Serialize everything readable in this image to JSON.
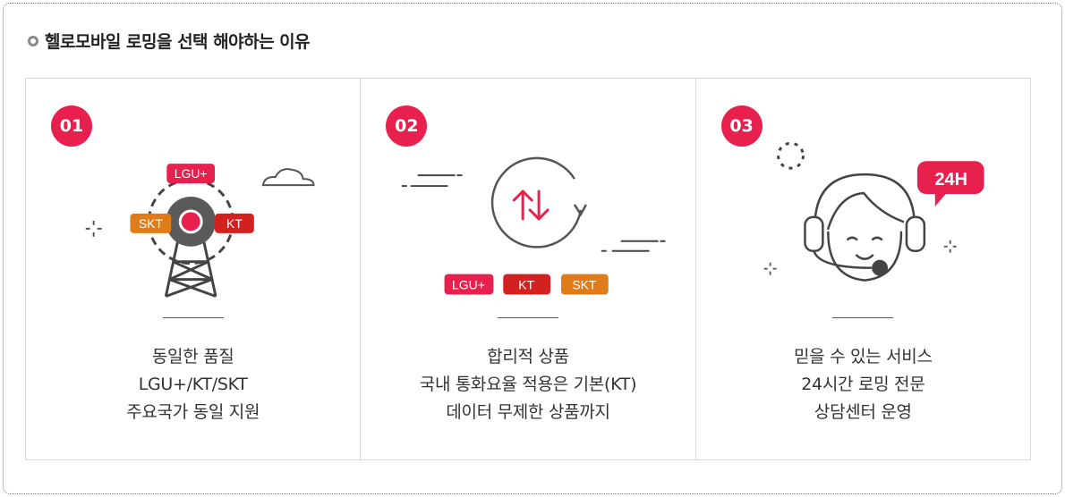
{
  "section": {
    "title": "헬로모바일 로밍을 선택 해야하는 이유"
  },
  "cards": [
    {
      "number": "01",
      "tags": [
        "LGU+",
        "SKT",
        "KT"
      ],
      "lines": [
        "동일한 품질",
        "LGU+/KT/SKT",
        "주요국가 동일 지원"
      ]
    },
    {
      "number": "02",
      "tags": [
        "LGU+",
        "KT",
        "SKT"
      ],
      "lines": [
        "합리적 상품",
        "국내 통화요율 적용은 기본(KT)",
        "데이터 무제한 상품까지"
      ]
    },
    {
      "number": "03",
      "badge": "24H",
      "lines": [
        "믿을 수 있는 서비스",
        "24시간 로밍 전문",
        "상담센터 운영"
      ]
    }
  ],
  "colors": {
    "accent_red": "#e8204e",
    "dark_red": "#d3211f",
    "orange": "#e07b1a",
    "icon_gray": "#555555"
  },
  "icons": [
    "antenna-tower-icon",
    "cloud-icon",
    "sparkle-icon",
    "exchange-arrows-icon",
    "refresh-circle-icon",
    "headset-agent-icon",
    "speech-bubble-icon"
  ]
}
